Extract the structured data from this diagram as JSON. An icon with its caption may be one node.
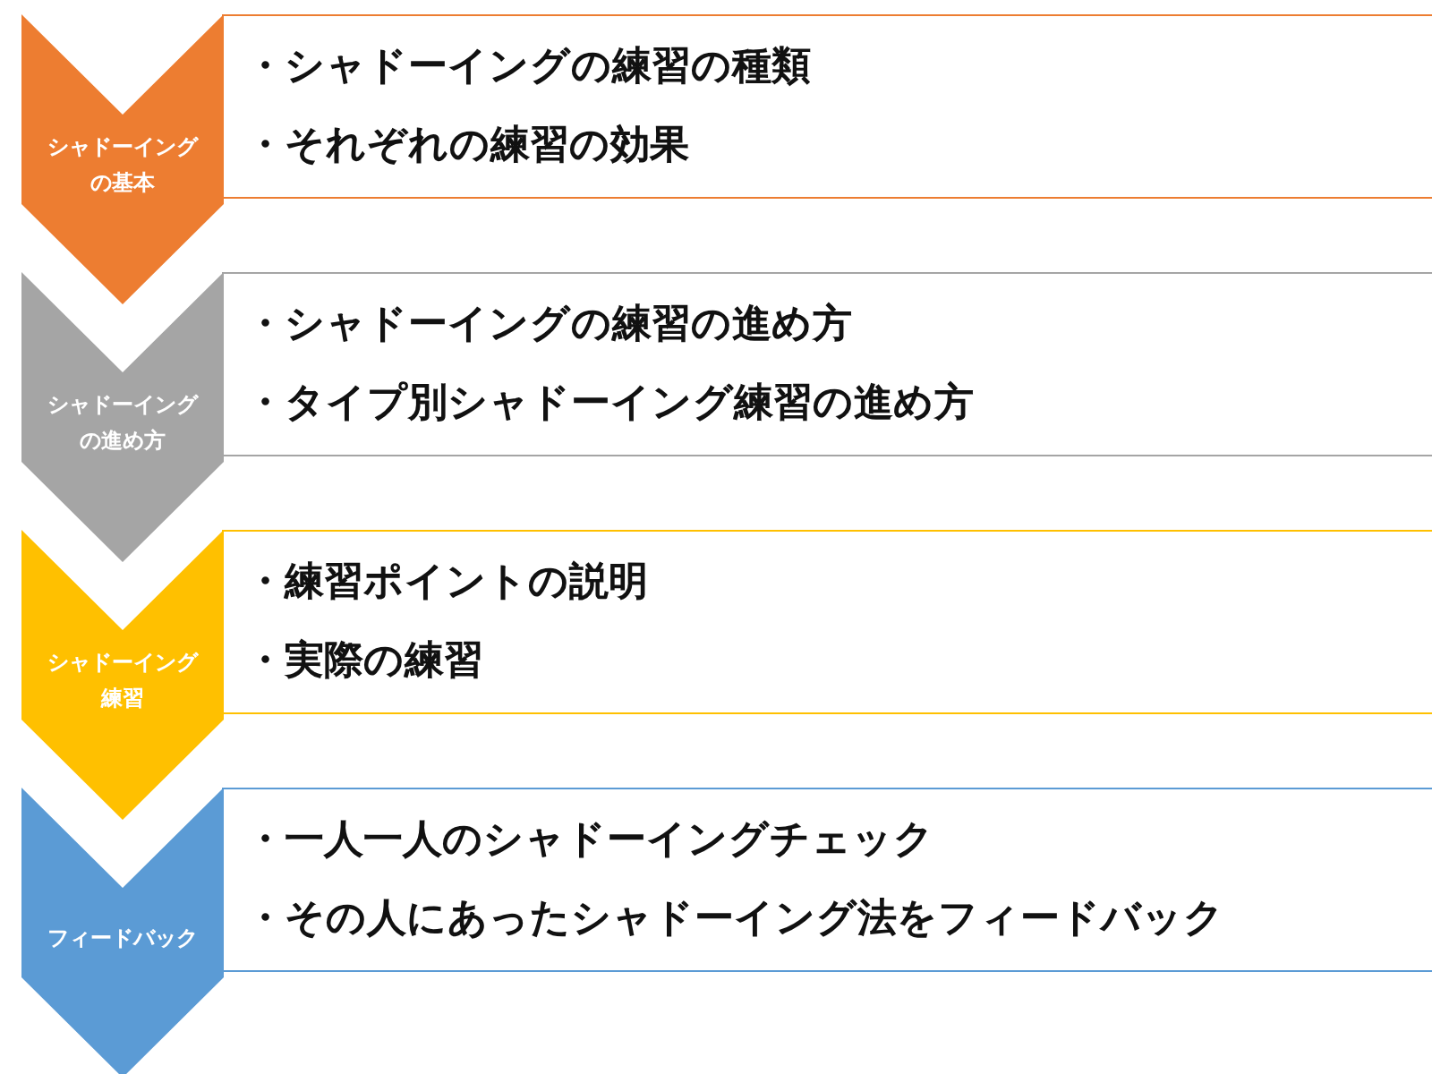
{
  "diagram": {
    "nodes": [
      {
        "text": [
          "シャドーイングの基本"
        ]
      },
      {
        "text": [
          "・シャドーイングの練習の種類",
          "・それぞれの練習の効果"
        ]
      },
      {
        "text": [
          "シャドーイングの進め方"
        ]
      },
      {
        "text": [
          "・シャドーイングの練習の進め方",
          "・タイプ別シャドーイング練習の進め方"
        ]
      },
      {
        "text": [
          "シャドーイング練習"
        ]
      },
      {
        "text": [
          "・練習ポイントの説明",
          "・実際の練習"
        ]
      },
      {
        "text": [
          "フィードバック"
        ]
      },
      {
        "text": [
          "・一人一人のシャドーイングチェック",
          "・その人にあったシャドーイング法をフィードバック"
        ]
      }
    ]
  }
}
